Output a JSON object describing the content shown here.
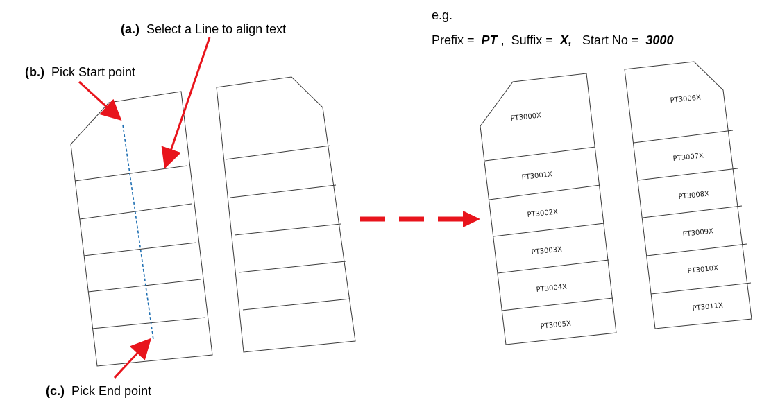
{
  "callouts": {
    "a": {
      "tag": "(a.)",
      "text": "Select a Line to align text"
    },
    "b": {
      "tag": "(b.)",
      "text": "Pick Start point"
    },
    "c": {
      "tag": "(c.)",
      "text": "Pick End point"
    }
  },
  "example": {
    "heading": "e.g.",
    "prefix_label": "Prefix = ",
    "prefix_value": "PT",
    "sep1": ",  Suffix = ",
    "suffix_value": "X,",
    "sep2": "  Start No = ",
    "start_value": "3000"
  },
  "labels": {
    "block1": [
      "PT3000X",
      "PT3001X",
      "PT3002X",
      "PT3003X",
      "PT3004X",
      "PT3005X"
    ],
    "block2": [
      "PT3006X",
      "PT3007X",
      "PT3008X",
      "PT3009X",
      "PT3010X",
      "PT3011X"
    ]
  },
  "colors": {
    "arrow": "#e8141c",
    "dashed_path": "#1f6fb2",
    "outline": "#3a3a3a"
  }
}
